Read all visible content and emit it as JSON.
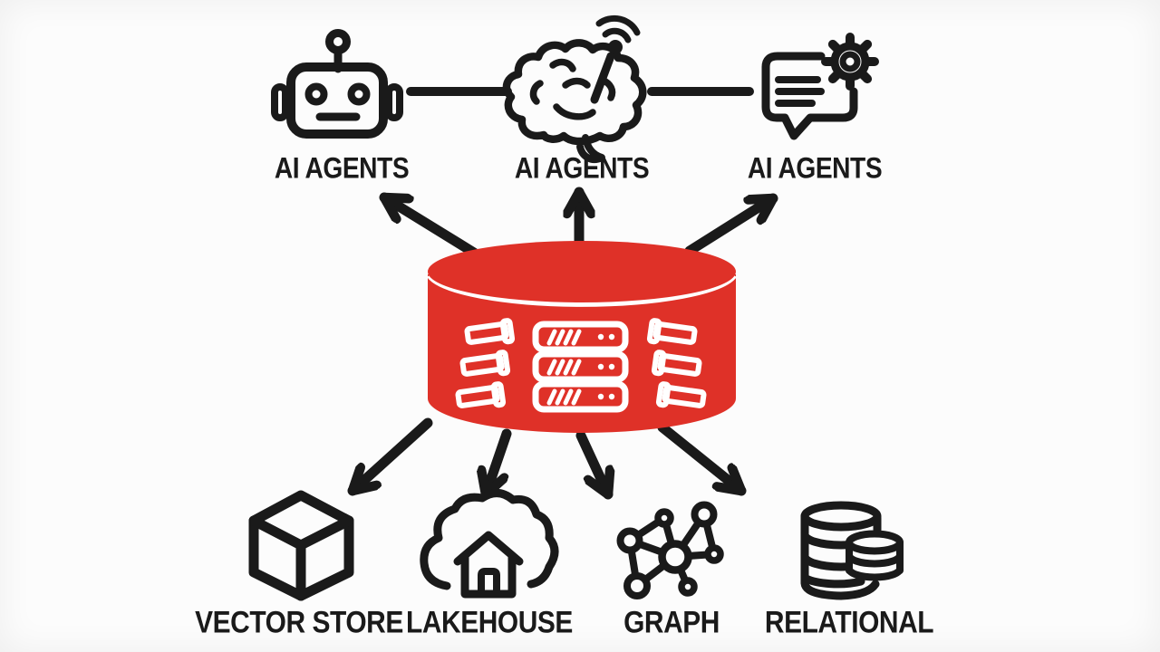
{
  "diagram": {
    "colors": {
      "background": "#fcfcfc",
      "ink": "#1a1a1a",
      "database_red": "#df3128",
      "server_art": "#ffffff"
    },
    "hub": {
      "name": "central-database",
      "icon": "red-database-cylinder-servers-icon"
    },
    "agents": [
      {
        "label": "AI AGENTS",
        "icon": "robot-icon"
      },
      {
        "label": "AI AGENTS",
        "icon": "brain-antenna-icon"
      },
      {
        "label": "AI AGENTS",
        "icon": "chat-gear-icon"
      }
    ],
    "stores": [
      {
        "label": "VECTOR STORE",
        "icon": "cube-icon"
      },
      {
        "label": "LAKEHOUSE",
        "icon": "cloud-house-icon"
      },
      {
        "label": "GRAPH",
        "icon": "network-graph-icon"
      },
      {
        "label": "RELATIONAL",
        "icon": "database-stack-icon"
      }
    ],
    "connections": {
      "hub_to_agents": [
        "arrow-up-left",
        "arrow-up",
        "arrow-up-right"
      ],
      "hub_to_stores": [
        "arrow-down-left-far",
        "arrow-down-left",
        "arrow-down-right",
        "arrow-down-right-far"
      ],
      "agent_links": [
        "robot-to-brain-line",
        "brain-to-chat-line"
      ]
    }
  }
}
